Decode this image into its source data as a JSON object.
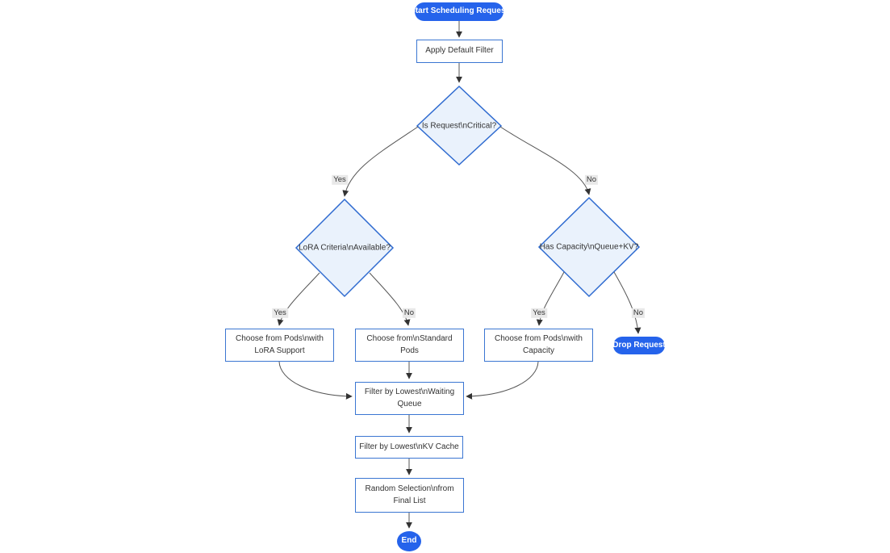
{
  "diagram": {
    "type": "flowchart",
    "background": "#ffffff",
    "colors": {
      "accent_fill": "#2563eb",
      "accent_text": "#ffffff",
      "rect_fill": "#ffffff",
      "rect_border": "#3b76d2",
      "decision_fill": "#eaf2fc",
      "decision_border": "#2f6bd0",
      "edge_line": "#555555",
      "arrowhead": "#333333",
      "edge_label_bg": "#e8e8e8",
      "text": "#333333"
    },
    "nodes": {
      "start": {
        "type": "pill",
        "label": "Start Scheduling Request"
      },
      "apply_default_filter": {
        "type": "rect",
        "label": "Apply Default Filter"
      },
      "is_request_critical": {
        "type": "decision",
        "label": "Is Request\\nCritical?"
      },
      "lora_criteria_available": {
        "type": "decision",
        "label": "LoRA Criteria\\nAvailable?"
      },
      "has_capacity_queue_kv": {
        "type": "decision",
        "label": "Has Capacity\\nQueue+KV?"
      },
      "choose_pods_lora": {
        "type": "rect",
        "label": "Choose from Pods\\nwith\nLoRA Support"
      },
      "choose_standard_pods": {
        "type": "rect",
        "label": "Choose from\\nStandard\nPods"
      },
      "choose_pods_capacity": {
        "type": "rect",
        "label": "Choose from Pods\\nwith\nCapacity"
      },
      "drop_request": {
        "type": "pill",
        "label": "Drop Request"
      },
      "filter_waiting_queue": {
        "type": "rect",
        "label": "Filter by Lowest\\nWaiting\nQueue"
      },
      "filter_kv_cache": {
        "type": "rect",
        "label": "Filter by Lowest\\nKV Cache"
      },
      "random_selection": {
        "type": "rect",
        "label": "Random Selection\\nfrom\nFinal List"
      },
      "end": {
        "type": "pill",
        "label": "End"
      }
    },
    "edge_labels": {
      "critical_yes": "Yes",
      "critical_no": "No",
      "lora_yes": "Yes",
      "lora_no": "No",
      "capacity_yes": "Yes",
      "capacity_no": "No"
    }
  }
}
